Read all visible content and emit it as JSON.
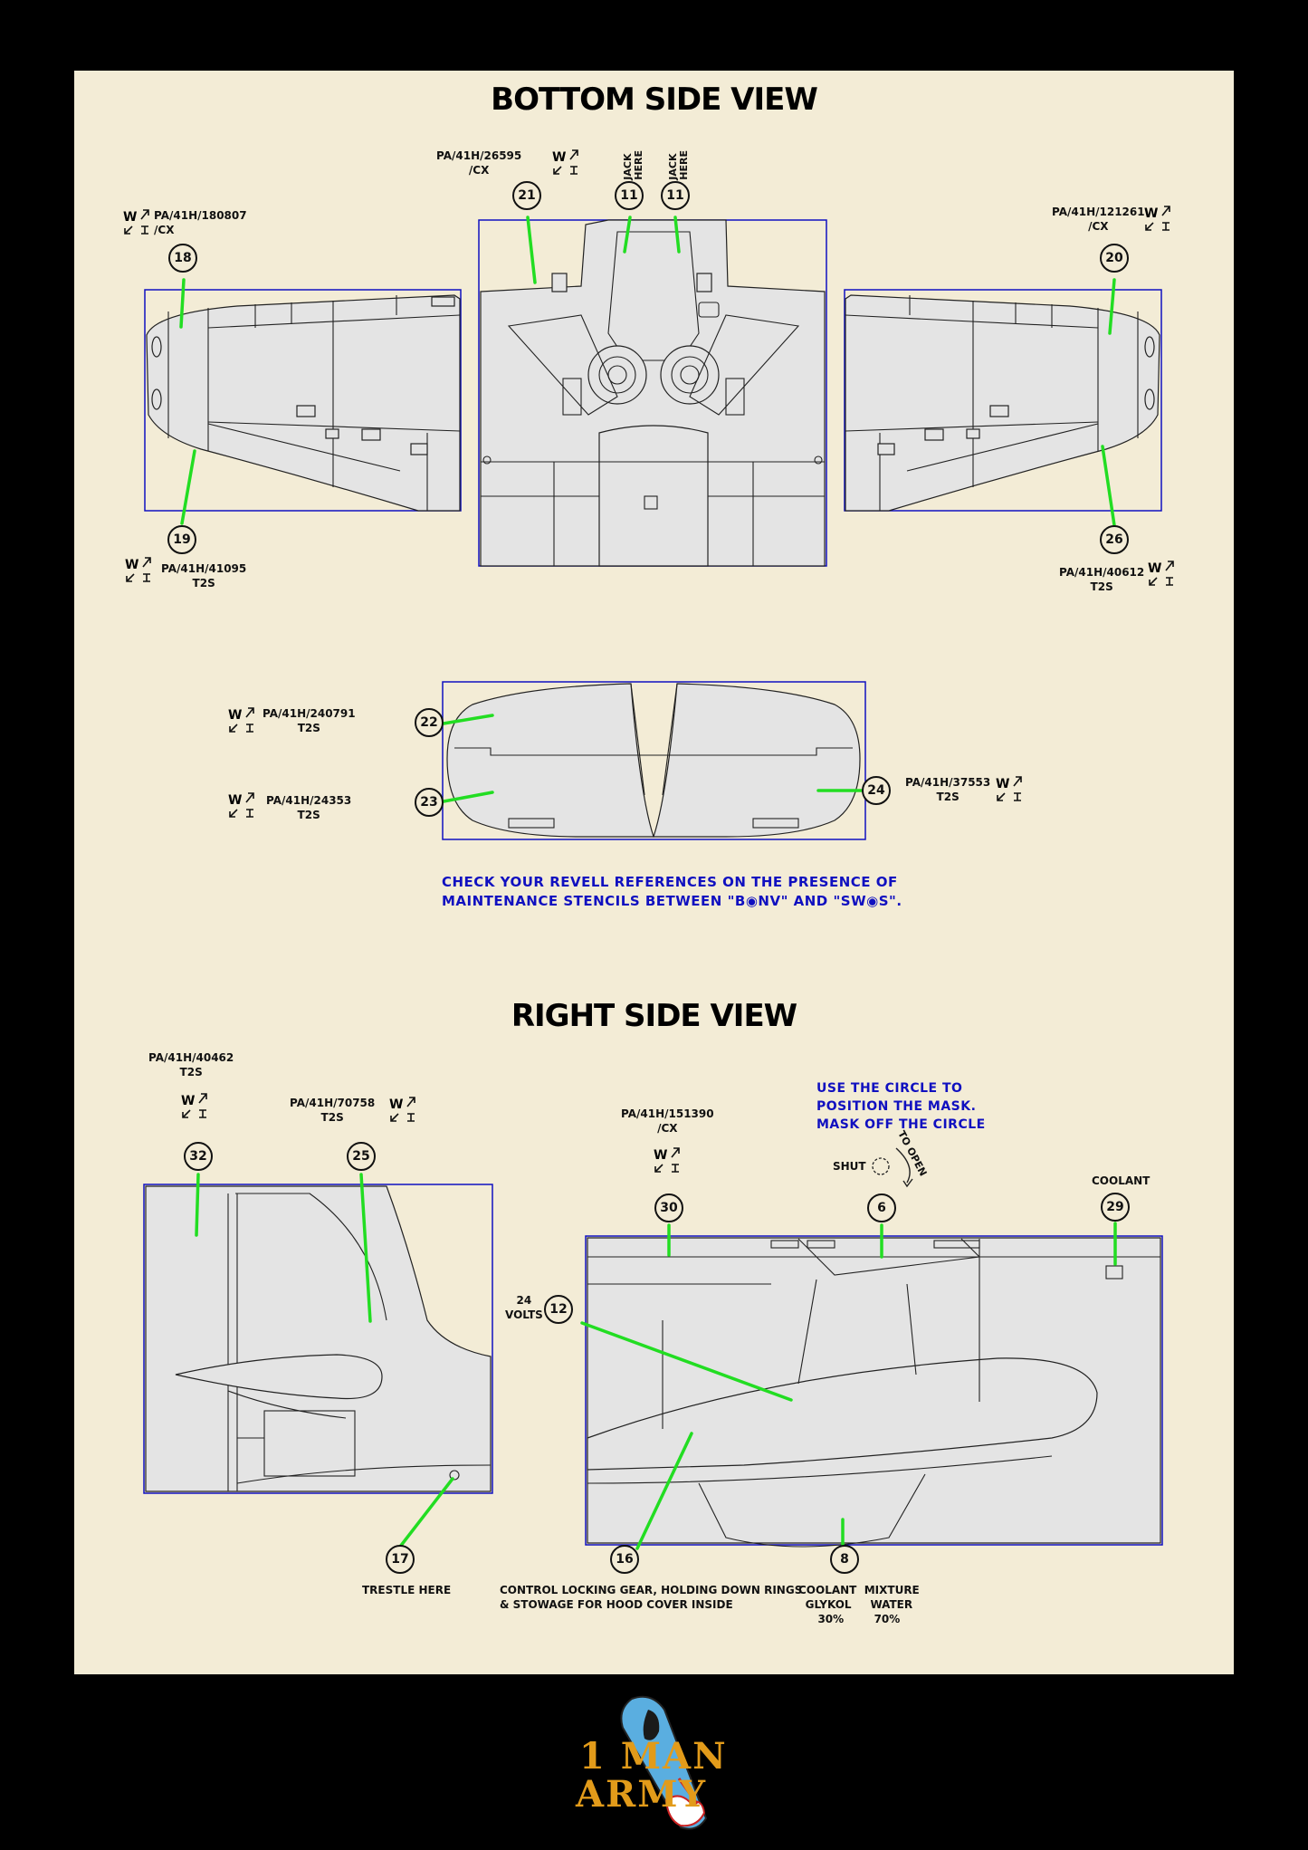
{
  "titles": {
    "bottom": "BOTTOM SIDE VIEW",
    "right": "RIGHT SIDE VIEW"
  },
  "colors": {
    "sheet": "#f3ecd6",
    "frame": "#1010c0",
    "leader": "#22dd22",
    "note": "#1010c0",
    "logo_orange": "#e29b1a",
    "logo_blue": "#5aaee0"
  },
  "bottom": {
    "c21": {
      "num": "21",
      "label": "PA/41H/26595\n/CX",
      "small": "PA/41H/26595\n/CX"
    },
    "c11a": {
      "num": "11",
      "label": "JACK\nHERE",
      "small": "JACK\nHERE"
    },
    "c11b": {
      "num": "11",
      "label": "JACK\nHERE",
      "small": "JACK\nHERE"
    },
    "c18": {
      "num": "18",
      "label": "PA/41H/180807\n/CX",
      "small": "PA/41H/180807\n/CX"
    },
    "c19": {
      "num": "19",
      "label": "PA/41H/41095\nT2S",
      "small": "PA/41H/41095\nT2S"
    },
    "c20": {
      "num": "20",
      "label": "PA/41H/121261\n/CX",
      "small": "PA/41H/121261\n/CX"
    },
    "c26": {
      "num": "26",
      "label": "PA/41H/40612\nT2S",
      "small": "PA/41H/40612\nT2S"
    }
  },
  "tail": {
    "c22": {
      "num": "22",
      "label": "PA/41H/240791\nT2S",
      "small": "PA/41H/240791\nT2S"
    },
    "c23": {
      "num": "23",
      "label": "PA/41H/24353\nT2S",
      "small": "PA/41H/24353\nT2S"
    },
    "c24": {
      "num": "24",
      "label": "PA/41H/37553\nT2S",
      "small": "PA/41H/37553\nT2S"
    }
  },
  "note_check": "CHECK YOUR REVELL REFERENCES ON THE PRESENCE OF\nMAINTENANCE STENCILS BETWEEN \"B◉NV\" AND \"SW◉S\".",
  "right": {
    "c32": {
      "num": "32",
      "label": "PA/41H/40462\nT2S",
      "small": "PA/41H/40462\nT2S"
    },
    "c25": {
      "num": "25",
      "label": "PA/41H/70758\nT2S",
      "small": "PA/41H/70758\nT2S"
    },
    "c30": {
      "num": "30",
      "label": "PA/41H/151390\n/CX",
      "small": "PA/41H/151390\n/CX"
    },
    "c6": {
      "num": "6",
      "shut": "SHUT",
      "open": "TO OPEN",
      "small_shut": "SHUT"
    },
    "c29": {
      "num": "29",
      "label": "COOLANT",
      "small": "COOLANT"
    },
    "c12": {
      "num": "12",
      "label": "24\nVOLTS",
      "small": "24\nVOLTS"
    },
    "c17": {
      "num": "17",
      "label": "TRESTLE HERE",
      "small": "TRESTLE HERE"
    },
    "c16": {
      "num": "16",
      "label": "CONTROL LOCKING GEAR, HOLDING DOWN RINGS\n& STOWAGE FOR HOOD COVER INSIDE",
      "small": "CONTROL LOCKING GEAR, HOLDING DOWN RINGS\n& STOWAGE FOR HOOD COVER INSIDE"
    },
    "c8": {
      "num": "8",
      "label": "COOLANT  MIXTURE\nGLYKOL     WATER\n30%        70%",
      "small": "COOLANT MIXTURE\nGLYKOL WATER\n30%   70%"
    }
  },
  "note_circle": "USE THE CIRCLE TO\nPOSITION THE MASK.\nMASK OFF THE CIRCLE",
  "logo": {
    "line1": "1 MAN",
    "line2": "ARMY"
  }
}
